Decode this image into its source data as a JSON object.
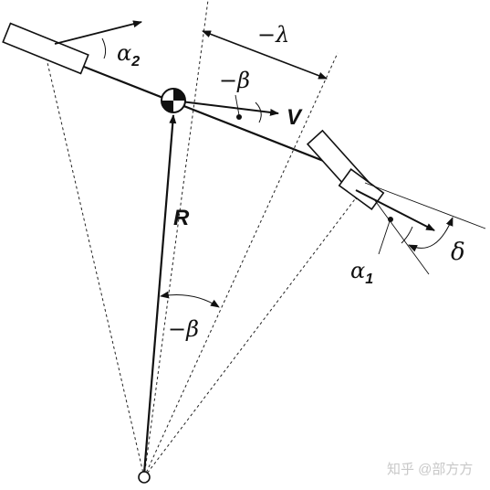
{
  "labels": {
    "alpha2_base": "α",
    "alpha2_sub": "2",
    "alpha1_base": "α",
    "alpha1_sub": "1",
    "neg_lambda": "−λ",
    "neg_beta_top": "−β",
    "neg_beta_bottom": "−β",
    "V": "V",
    "R": "R",
    "delta": "δ"
  },
  "watermark": "知乎 @部方方",
  "colors": {
    "line": "#111111",
    "background": "#ffffff",
    "watermark": "#c8c8c8"
  }
}
